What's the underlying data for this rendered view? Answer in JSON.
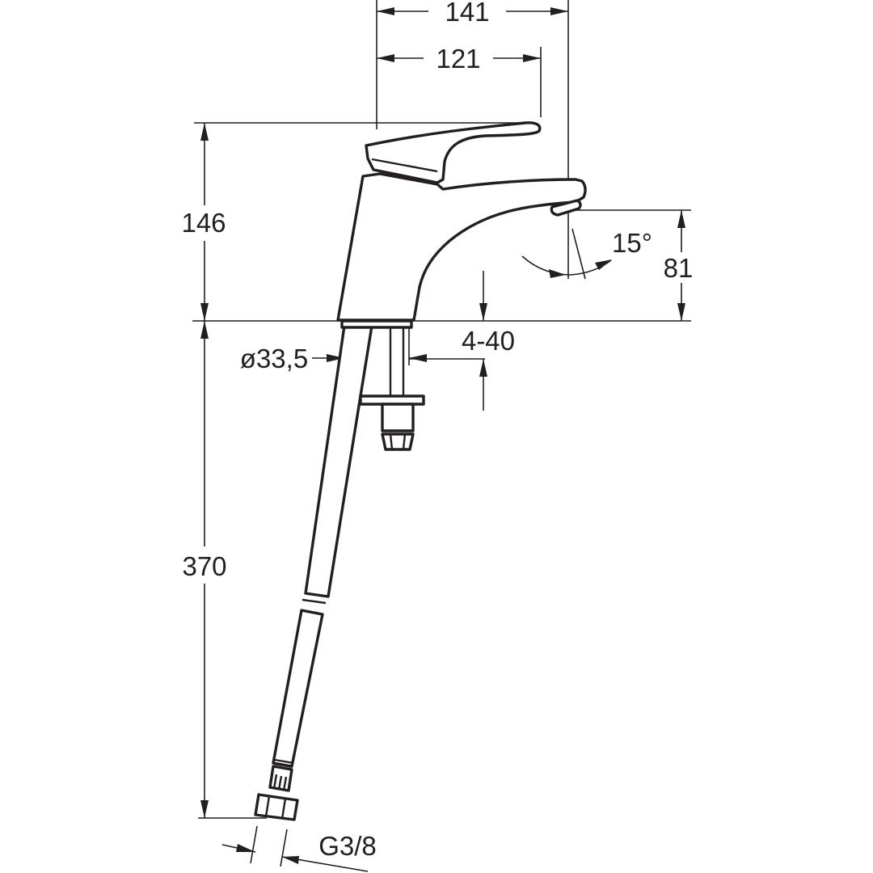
{
  "dimensions": {
    "width_total": "141",
    "width_spout": "121",
    "height_total": "146",
    "height_spout": "81",
    "spout_angle": "15°",
    "base_diameter": "ø33,5",
    "deck_thickness": "4-40",
    "hose_length": "370",
    "thread": "G3/8"
  },
  "colors": {
    "ink": "#231f20",
    "background": "#ffffff"
  }
}
